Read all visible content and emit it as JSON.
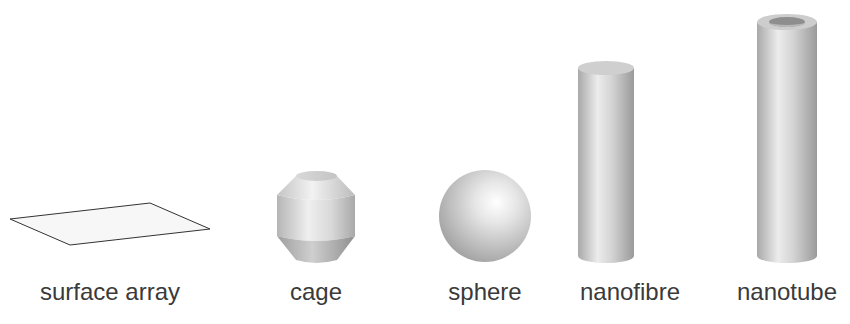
{
  "diagram": {
    "labels": [
      "surface array",
      "cage",
      "sphere",
      "nanofibre",
      "nanotube"
    ]
  }
}
